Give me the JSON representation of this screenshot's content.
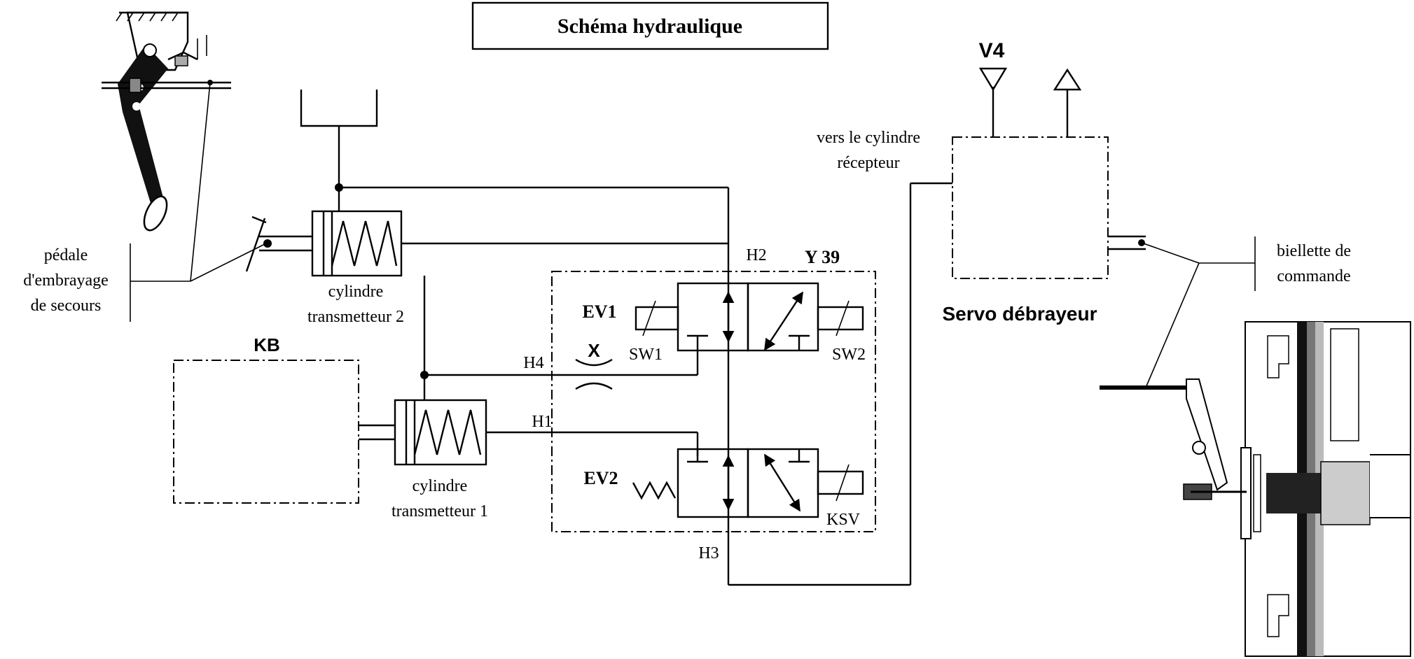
{
  "title": "Schéma hydraulique",
  "labels": {
    "pedal": [
      "pédale",
      "d'embrayage",
      "de secours"
    ],
    "cyl2": [
      "cylindre",
      "transmetteur 2"
    ],
    "cyl1": [
      "cylindre",
      "transmetteur 1"
    ],
    "kb": "KB",
    "h1": "H1",
    "h2": "H2",
    "h3": "H3",
    "h4": "H4",
    "x": "X",
    "y39": "Y 39",
    "ev1": "EV1",
    "ev2": "EV2",
    "sw1": "SW1",
    "sw2": "SW2",
    "ksv": "KSV",
    "v4": "V4",
    "vers": [
      "vers le cylindre",
      "récepteur"
    ],
    "servo": "Servo débrayeur",
    "biellette": [
      "biellette de",
      "commande"
    ]
  }
}
